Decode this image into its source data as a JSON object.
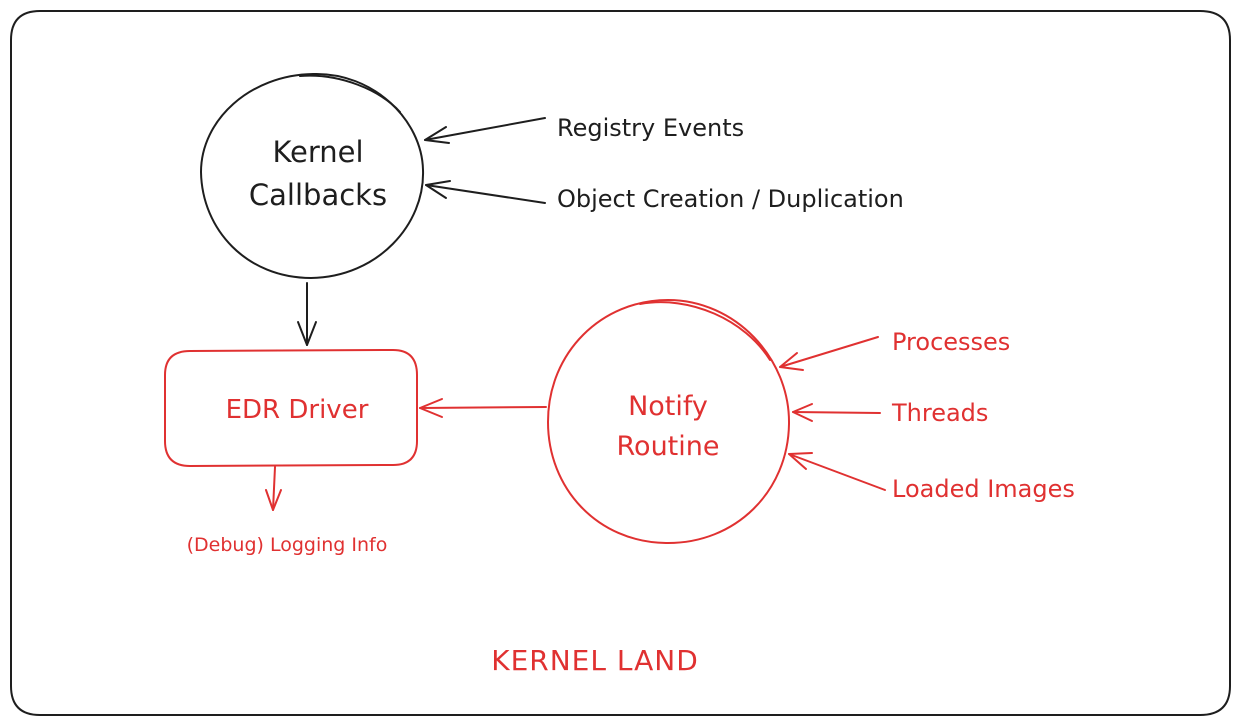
{
  "colors": {
    "black": "#1e1e1e",
    "red": "#e03131",
    "background": "#ffffff"
  },
  "nodes": {
    "kernel_callbacks": {
      "line1": "Kernel",
      "line2": "Callbacks"
    },
    "edr_driver": {
      "label": "EDR Driver"
    },
    "notify_routine": {
      "line1": "Notify",
      "line2": "Routine"
    }
  },
  "inputs": {
    "registry_events": "Registry Events",
    "object_creation": "Object Creation / Duplication",
    "processes": "Processes",
    "threads": "Threads",
    "loaded_images": "Loaded Images"
  },
  "outputs": {
    "logging_info": "(Debug) Logging Info"
  },
  "region": {
    "label": "KERNEL LAND"
  }
}
